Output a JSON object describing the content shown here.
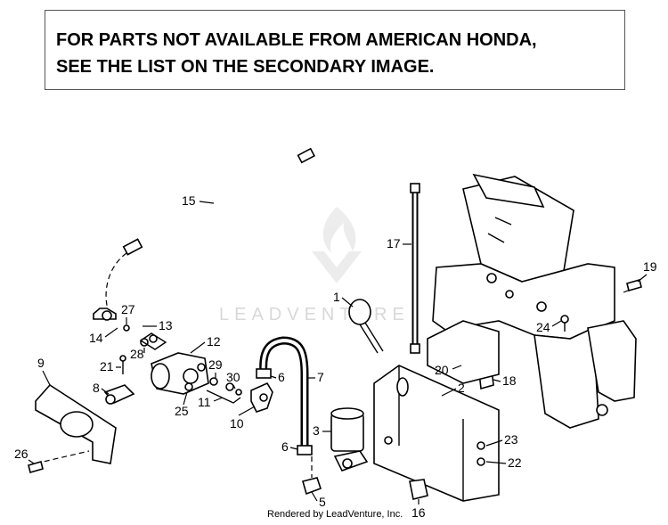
{
  "notice": {
    "line1": "FOR PARTS NOT AVAILABLE FROM AMERICAN HONDA,",
    "line2": "SEE THE LIST ON THE SECONDARY IMAGE."
  },
  "callouts": [
    "1",
    "2",
    "3",
    "5",
    "6",
    "6",
    "7",
    "8",
    "9",
    "10",
    "11",
    "12",
    "13",
    "14",
    "15",
    "16",
    "17",
    "18",
    "19",
    "20",
    "21",
    "22",
    "23",
    "24",
    "25",
    "26",
    "27",
    "28",
    "29",
    "30"
  ],
  "watermark": {
    "brand": "LEADVENTURE"
  },
  "footer": {
    "text": "Rendered by LeadVenture, Inc."
  }
}
